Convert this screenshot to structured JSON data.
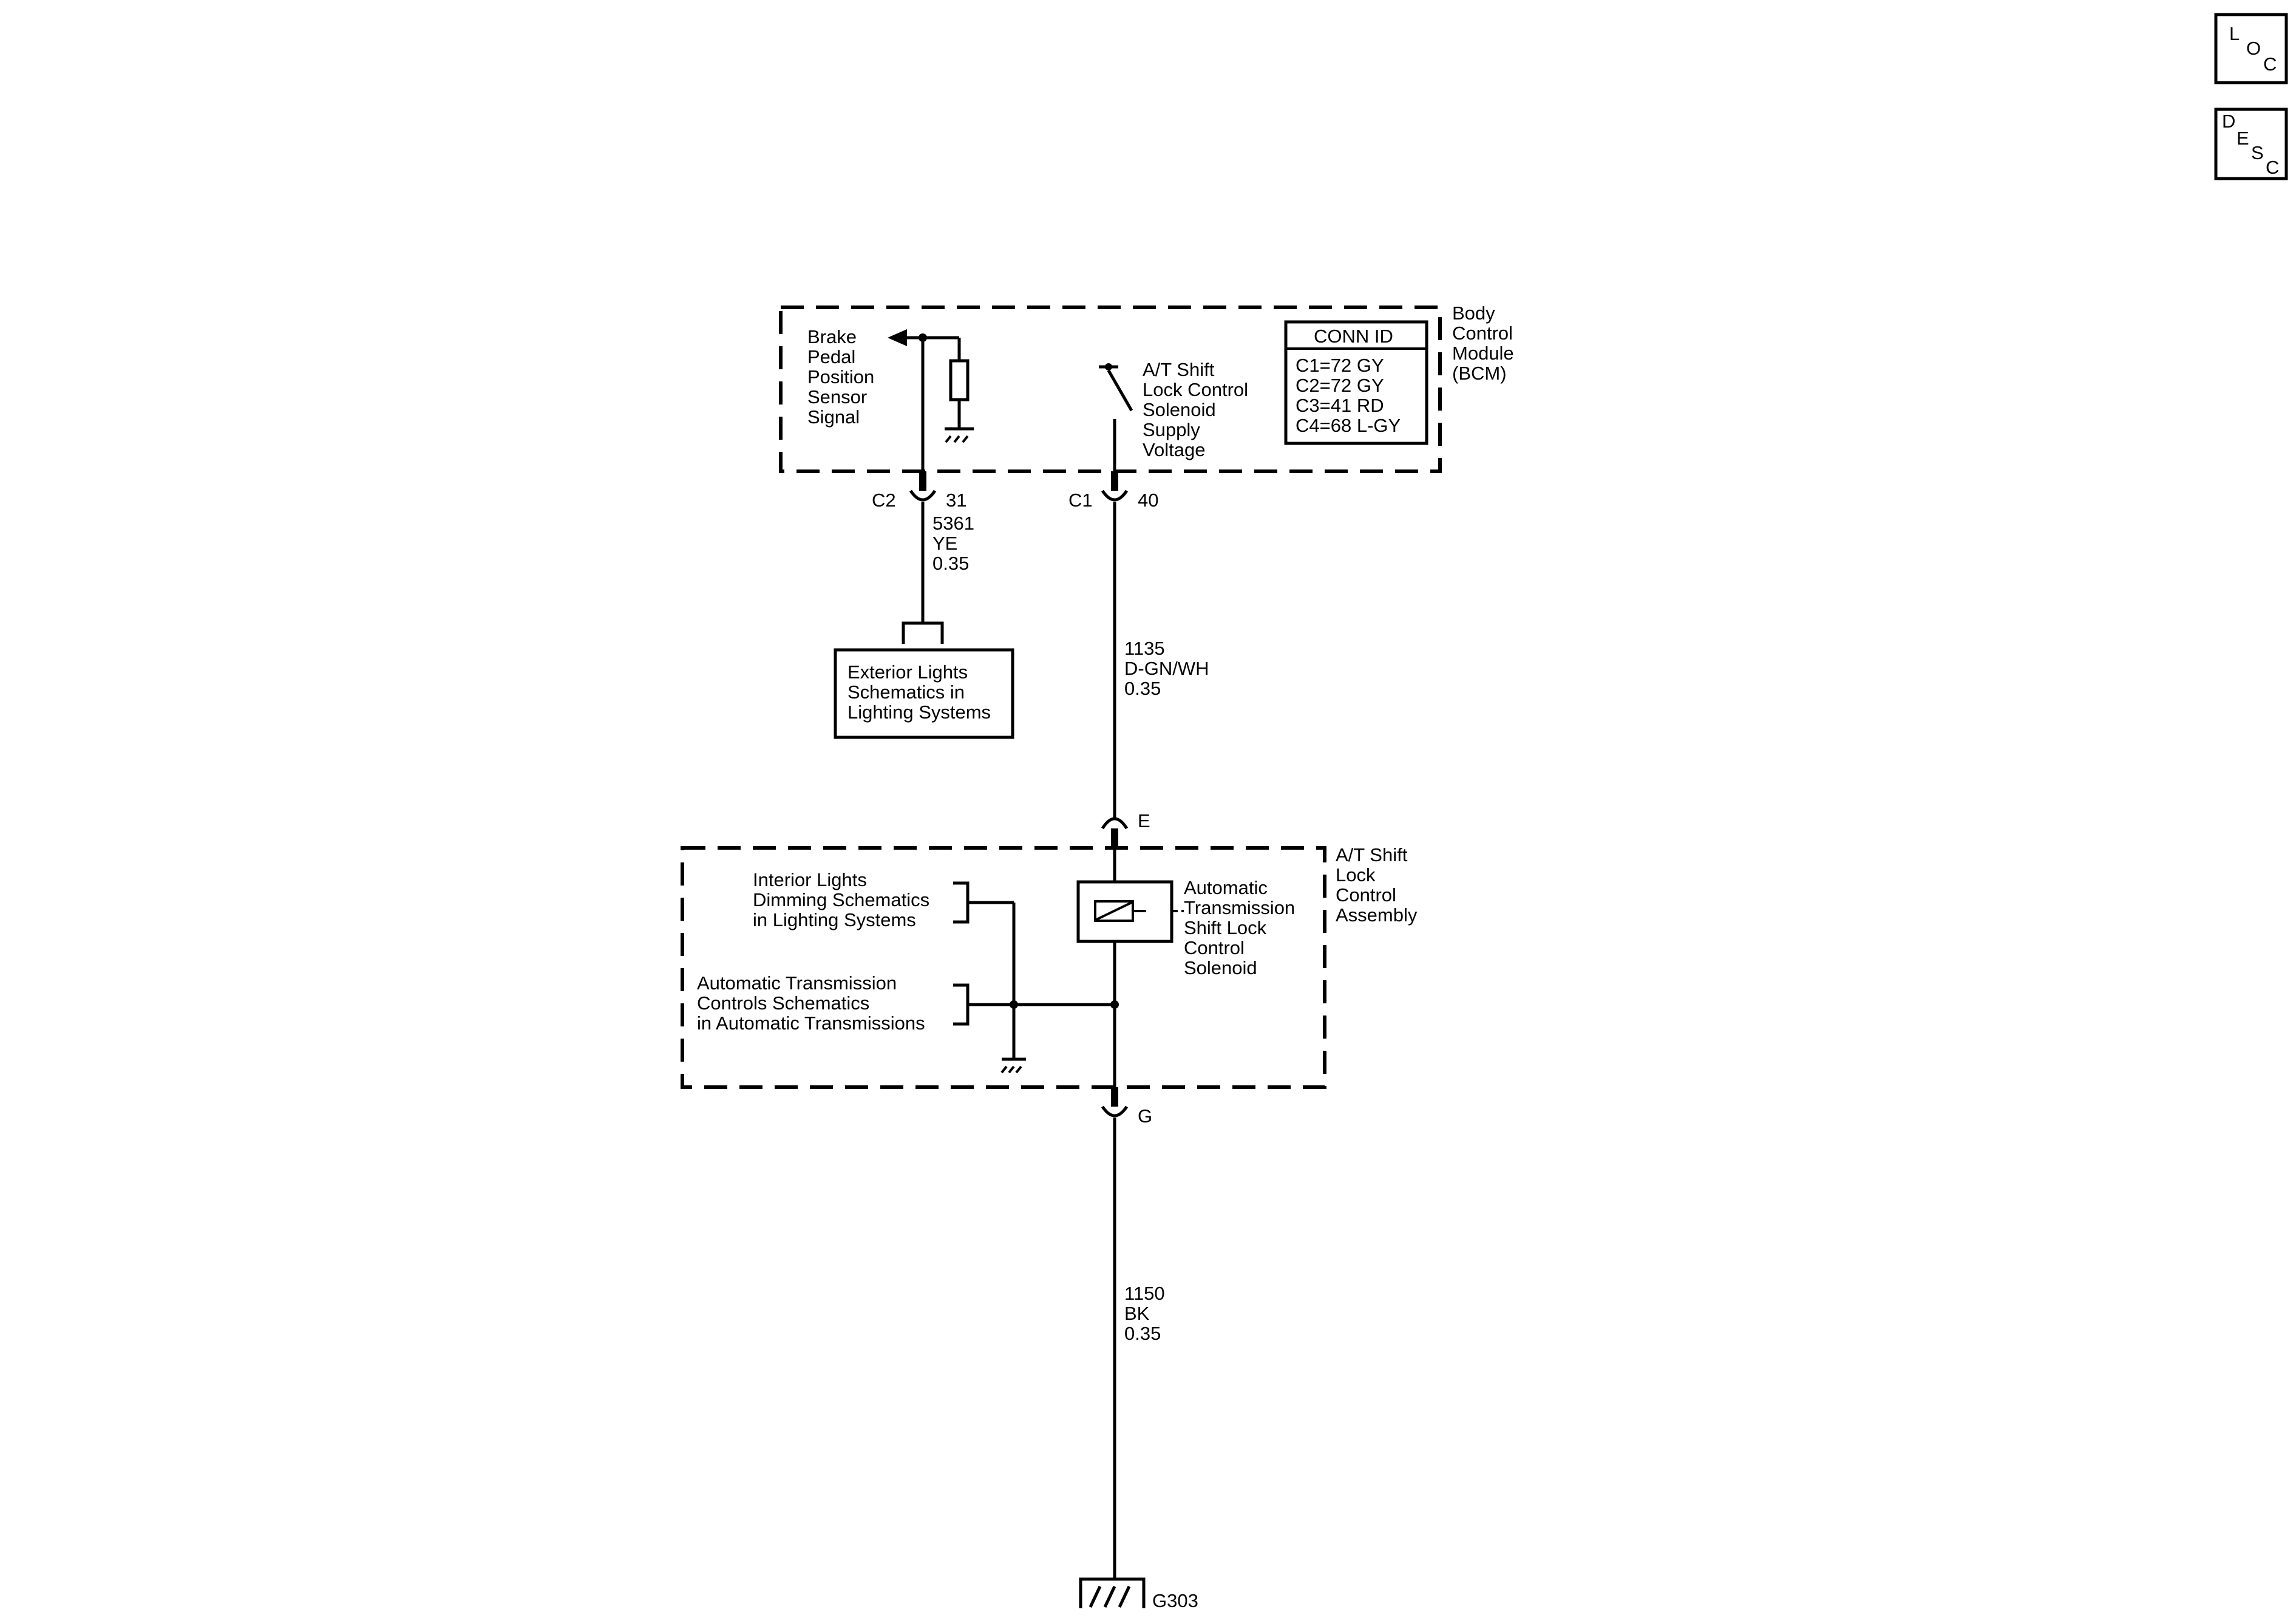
{
  "nav_buttons": {
    "loc": [
      "L",
      "O",
      "C"
    ],
    "desc": [
      "D",
      "E",
      "S",
      "C"
    ]
  },
  "bcm": {
    "name_lines": [
      "Body",
      "Control",
      "Module",
      "(BCM)"
    ],
    "conn_id_title": "CONN ID",
    "conn_ids": [
      "C1=72 GY",
      "C2=72 GY",
      "C3=41 RD",
      "C4=68 L-GY"
    ],
    "brake_signal_lines": [
      "Brake",
      "Pedal",
      "Position",
      "Sensor",
      "Signal"
    ],
    "solenoid_supply_lines": [
      "A/T Shift",
      "Lock Control",
      "Solenoid",
      "Supply",
      "Voltage"
    ]
  },
  "connectors": {
    "c2": {
      "name": "C2",
      "pin": "31"
    },
    "c1": {
      "name": "C1",
      "pin": "40"
    },
    "e": "E",
    "g": "G"
  },
  "wires": {
    "w5361": [
      "5361",
      "YE",
      "0.35"
    ],
    "w1135": [
      "1135",
      "D-GN/WH",
      "0.35"
    ],
    "w1150": [
      "1150",
      "BK",
      "0.35"
    ]
  },
  "refs": {
    "exterior_lights": [
      "Exterior Lights",
      "Schematics in",
      "Lighting Systems"
    ],
    "interior_lights": [
      "Interior Lights",
      "Dimming Schematics",
      "in Lighting Systems"
    ],
    "auto_trans": [
      "Automatic Transmission",
      "Controls Schematics",
      "in Automatic Transmissions"
    ]
  },
  "assembly": {
    "name_lines": [
      "A/T Shift",
      "Lock",
      "Control",
      "Assembly"
    ],
    "solenoid_lines": [
      "Automatic",
      "Transmission",
      "Shift Lock",
      "Control",
      "Solenoid"
    ]
  },
  "ground": "G303"
}
